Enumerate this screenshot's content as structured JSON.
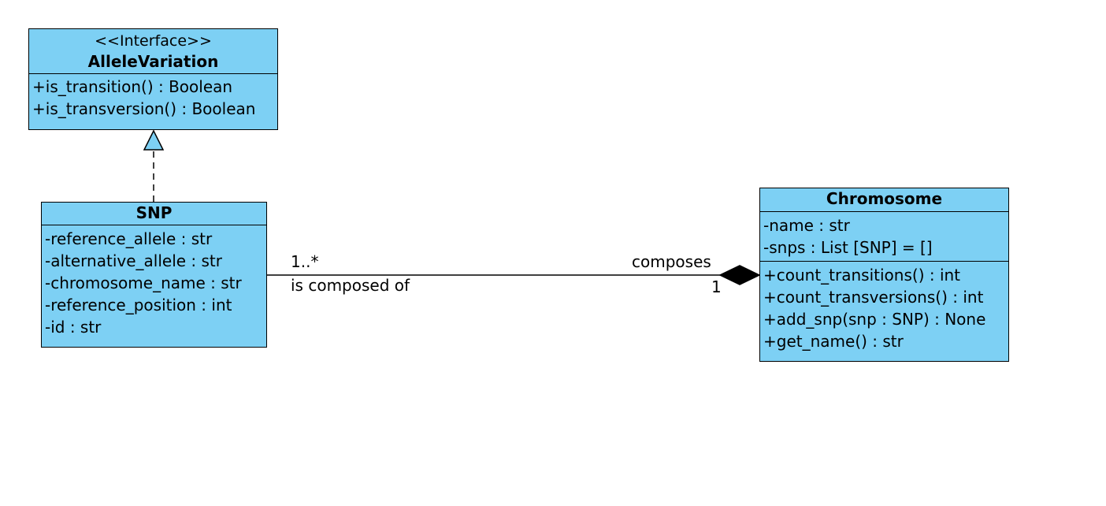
{
  "colors": {
    "class_fill": "#7dd0f4",
    "stroke": "#000000",
    "background": "#ffffff"
  },
  "classes": {
    "allele_variation": {
      "stereotype": "<<Interface>>",
      "name": "AlleleVariation",
      "operations": [
        "+is_transition() : Boolean",
        "+is_transversion() : Boolean"
      ]
    },
    "snp": {
      "name": "SNP",
      "attributes": [
        "-reference_allele : str",
        "-alternative_allele : str",
        "-chromosome_name : str",
        "-reference_position : int",
        "-id : str"
      ]
    },
    "chromosome": {
      "name": "Chromosome",
      "attributes": [
        "-name : str",
        "-snps : List [SNP] = []"
      ],
      "operations": [
        "+count_transitions() : int",
        "+count_transversions() : int",
        "+add_snp(snp : SNP) : None",
        "+get_name() : str"
      ]
    }
  },
  "relationships": {
    "realization": {
      "from": "SNP",
      "to": "AlleleVariation",
      "kind": "realization"
    },
    "composition": {
      "part": "SNP",
      "whole": "Chromosome",
      "kind": "composition",
      "part_multiplicity": "1..*",
      "part_role": "is composed of",
      "whole_role": "composes",
      "whole_multiplicity": "1"
    }
  }
}
